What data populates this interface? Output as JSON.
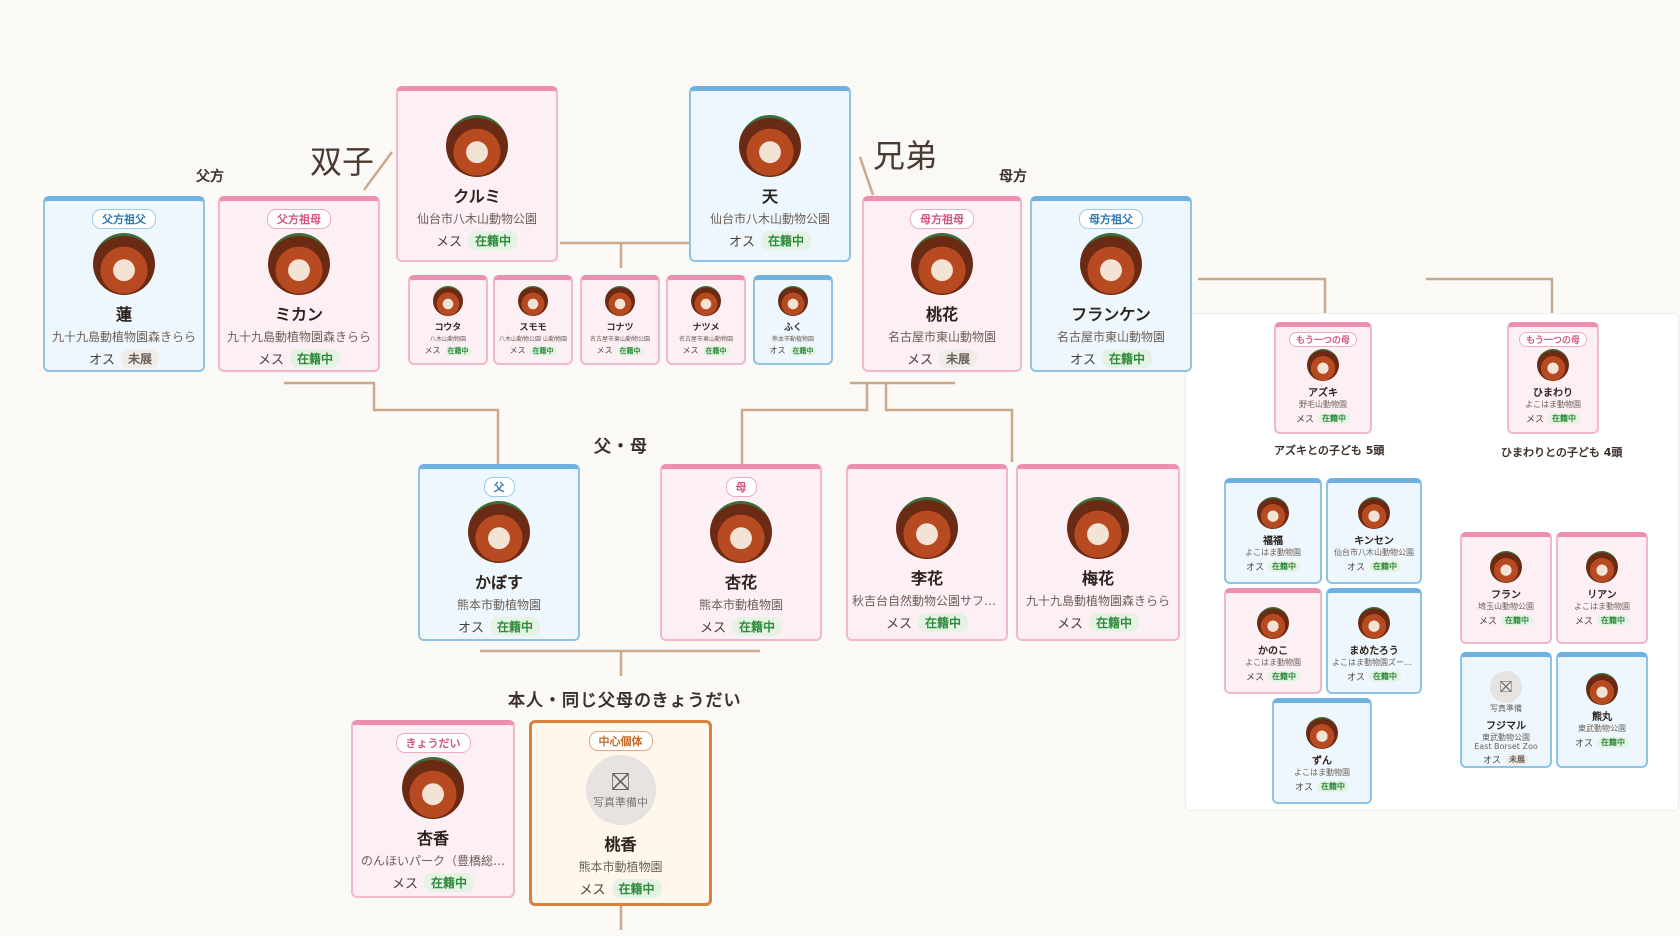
{
  "colors": {
    "male_accent": "#6fb2df",
    "female_accent": "#ec8fb0",
    "center_accent": "#d9803d",
    "line": "#c9a98a",
    "status_live": "#2f8a3c"
  },
  "labels": {
    "paternal_side": "父方",
    "maternal_side": "母方",
    "twins": "双子",
    "siblings": "兄弟",
    "parents_gen": "父・母",
    "self_gen": "本人・同じ父母のきょうだい",
    "azuki_children": "アズキとの子ども 5頭",
    "himawari_children": "ひまわりとの子ども 4頭"
  },
  "cards": {
    "pgf": {
      "badge": "父方祖父",
      "name": "蓮",
      "zoo": "九十九島動植物園森きらら",
      "sex": "オス",
      "status": "未展"
    },
    "pgm": {
      "badge": "父方祖母",
      "name": "ミカン",
      "zoo": "九十九島動植物園森きらら",
      "sex": "メス",
      "status": "在籍中"
    },
    "kurumi": {
      "name": "クルミ",
      "zoo": "仙台市八木山動物公園",
      "sex": "メス",
      "status": "在籍中"
    },
    "ten": {
      "name": "天",
      "zoo": "仙台市八木山動物公園",
      "sex": "オス",
      "status": "在籍中"
    },
    "mgm": {
      "badge": "母方祖母",
      "name": "桃花",
      "zoo": "名古屋市東山動物園",
      "sex": "メス",
      "status": "未展"
    },
    "mgf": {
      "badge": "母方祖父",
      "name": "フランケン",
      "zoo": "名古屋市東山動物園",
      "sex": "オス",
      "status": "在籍中"
    },
    "kouta": {
      "name": "コウタ",
      "zoo": "八木山動物園",
      "sex": "メス",
      "status": "在籍中"
    },
    "sumomo": {
      "name": "スモモ",
      "zoo": "八木山動物公園 山動物園",
      "sex": "メス",
      "status": "在籍中"
    },
    "konatsu": {
      "name": "コナツ",
      "zoo": "名古屋市東山動物公園",
      "sex": "メス",
      "status": "在籍中"
    },
    "natsume": {
      "name": "ナツメ",
      "zoo": "名古屋市東山動物園",
      "sex": "メス",
      "status": "在籍中"
    },
    "fuku": {
      "name": "ふく",
      "zoo": "熊本市動植物園",
      "sex": "オス",
      "status": "在籍中"
    },
    "father": {
      "badge": "父",
      "name": "かぼす",
      "zoo": "熊本市動植物園",
      "sex": "オス",
      "status": "在籍中"
    },
    "mother": {
      "badge": "母",
      "name": "杏花",
      "zoo": "熊本市動植物園",
      "sex": "メス",
      "status": "在籍中"
    },
    "rika": {
      "name": "李花",
      "zoo": "秋吉台自然動物公園サファリ…",
      "sex": "メス",
      "status": "在籍中"
    },
    "baika": {
      "name": "梅花",
      "zoo": "九十九島動植物園森きらら",
      "sex": "メス",
      "status": "在籍中"
    },
    "kyoka": {
      "badge": "きょうだい",
      "name": "杏香",
      "zoo": "のんほいパーク（豊橋総…",
      "sex": "メス",
      "status": "在籍中"
    },
    "momoka": {
      "badge": "中心個体",
      "photo_note": "写真準備中",
      "name": "桃香",
      "zoo": "熊本市動植物園",
      "sex": "メス",
      "status": "在籍中"
    },
    "azuki": {
      "badge": "もう一つの母",
      "name": "アズキ",
      "zoo": "野毛山動物園",
      "sex": "メス",
      "status": "在籍中"
    },
    "himawari": {
      "badge": "もう一つの母",
      "name": "ひまわり",
      "zoo": "よこはま動物園",
      "sex": "メス",
      "status": "在籍中"
    },
    "fukufuku": {
      "name": "福福",
      "zoo": "よこはま動物園",
      "sex": "オス",
      "status": "在籍中"
    },
    "kinsen": {
      "name": "キンセン",
      "zoo": "仙台市八木山動物公園",
      "sex": "オス",
      "status": "在籍中"
    },
    "kanoko": {
      "name": "かのこ",
      "zoo": "よこはま動物園",
      "sex": "メス",
      "status": "在籍中"
    },
    "mametarou": {
      "name": "まめたろう",
      "zoo": "よこはま動物園ズーラシア",
      "sex": "オス",
      "status": "在籍中"
    },
    "zun": {
      "name": "ずん",
      "zoo": "よこはま動物園",
      "sex": "オス",
      "status": "在籍中"
    },
    "furan": {
      "name": "フラン",
      "zoo": "埼玉山動物公園",
      "sex": "メス",
      "status": "在籍中"
    },
    "rian": {
      "name": "リアン",
      "zoo": "よこはま動物園",
      "sex": "メス",
      "status": "在籍中"
    },
    "fujimaru": {
      "photo_note": "写真準備",
      "name": "フジマル",
      "zoo": "東武動物公園",
      "zoo_en": "East Borset Zoo",
      "sex": "オス",
      "status": "未展"
    },
    "kumamaru": {
      "name": "熊丸",
      "zoo": "東武動物公園",
      "sex": "オス",
      "status": "在籍中"
    }
  }
}
